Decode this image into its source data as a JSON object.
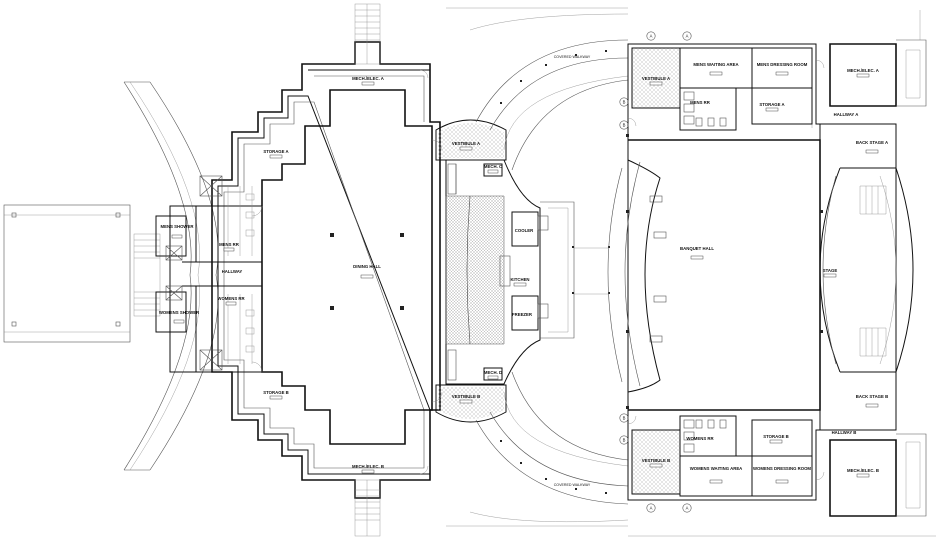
{
  "rooms": {
    "mech_elec_a_left": "MECH./ELEC. A",
    "storage_a_left": "STORAGE A",
    "mens_shower": "MENS SHOWER",
    "mens_rr": "MENS RR",
    "hallway": "HALLWAY",
    "womens_rr": "WOMENS RR",
    "womens_shower": "WOMENS SHOWER",
    "storage_b_left": "STORAGE B",
    "mech_elec_b_left": "MECH./ELEC. B",
    "dining_hall": "DINING HALL",
    "vestibule_a_left": "VESTIBULE A",
    "vestibule_b_left": "VESTIBULE B",
    "mech_c": "MECH. C",
    "mech_d": "MECH. D",
    "cooler": "COOLER",
    "kitchen": "KITCHEN",
    "freezer": "FREEZER",
    "covered_walkway_top": "COVERED WALKWAY",
    "covered_walkway_bottom": "COVERED WALKWAY",
    "vestibule_a_right": "VESTIBULE A",
    "vestibule_b_right": "VESTIBULE B",
    "mens_waiting_area": "MENS WAITING AREA",
    "mens_dressing_room": "MENS DRESSING ROOM",
    "mens_rr_right": "MENS RR",
    "storage_a_right": "STORAGE A",
    "mech_elec_a_right": "MECH./ELEC. A",
    "hallway_a": "HALLWAY A",
    "back_stage_a": "BACK STAGE A",
    "banquet_hall": "BANQUET HALL",
    "stage": "STAGE",
    "back_stage_b": "BACK STAGE B",
    "hallway_b": "HALLWAY B",
    "storage_b_right": "STORAGE B",
    "womens_rr_right": "WOMENS RR",
    "womens_waiting_area": "WOMENS WAITING AREA",
    "womens_dressing_room": "WOMENS DRESSING ROOM",
    "mech_elec_b_right": "MECH./ELEC. B"
  },
  "grid_markers": {
    "a1": "A",
    "a2": "A",
    "a3": "A",
    "a4": "A",
    "b1": "B",
    "b2": "B",
    "b3": "B",
    "b4": "B"
  }
}
